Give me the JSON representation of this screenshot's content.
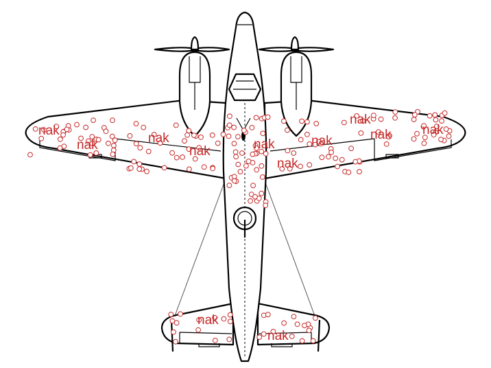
{
  "diagram": {
    "colors": {
      "outline": "#000000",
      "damage": "#c62828"
    },
    "labels": [
      {
        "id": "wing-left-tip",
        "text": "nak"
      },
      {
        "id": "wing-left-mid",
        "text": "nak"
      },
      {
        "id": "wing-left-inner",
        "text": "nak"
      },
      {
        "id": "wing-left-root",
        "text": "nak"
      },
      {
        "id": "fuselage-center",
        "text": "nak"
      },
      {
        "id": "wing-right-root",
        "text": "nak"
      },
      {
        "id": "wing-right-inner",
        "text": "nak"
      },
      {
        "id": "wing-right-mid",
        "text": "nak"
      },
      {
        "id": "wing-right-mid-low",
        "text": "nak"
      },
      {
        "id": "wing-right-tip",
        "text": "nak"
      },
      {
        "id": "tail-left",
        "text": "nak"
      },
      {
        "id": "tail-right",
        "text": "nak"
      }
    ]
  }
}
